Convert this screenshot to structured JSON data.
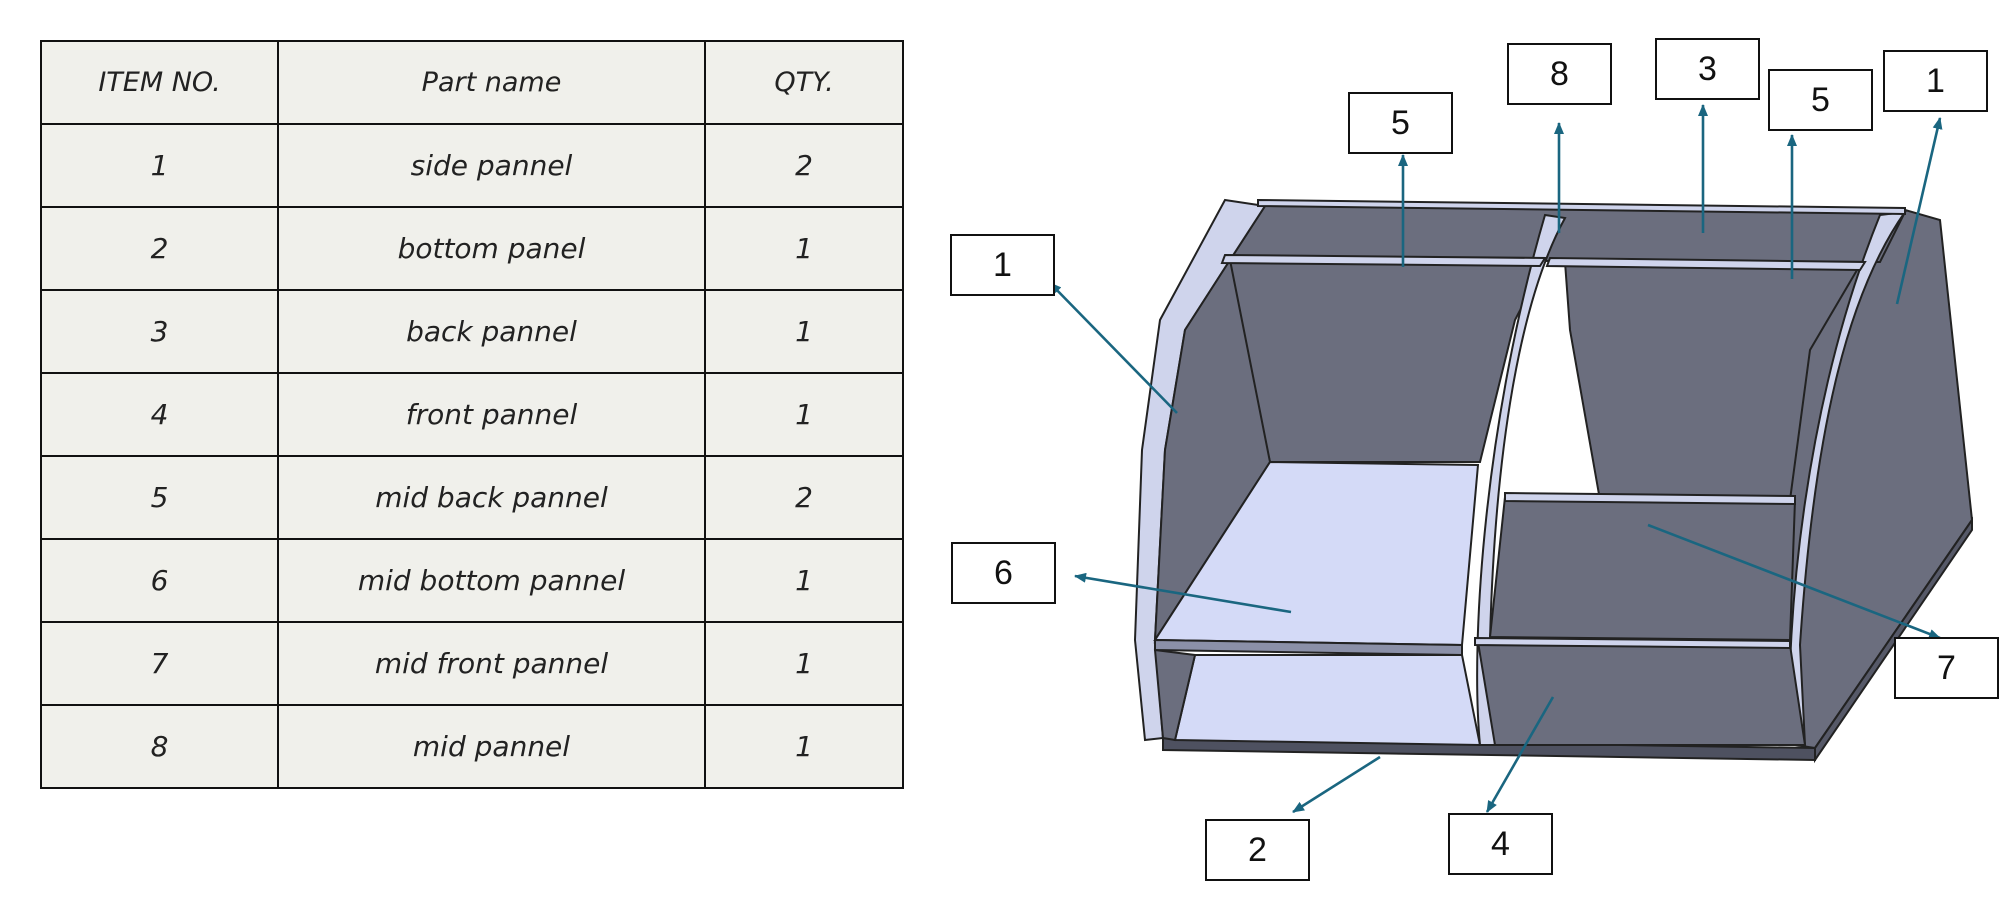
{
  "bom": {
    "headers": {
      "item_no": "ITEM NO.",
      "part_name": "Part name",
      "qty": "QTY."
    },
    "rows": [
      {
        "item": "1",
        "name": "side pannel",
        "qty": "2"
      },
      {
        "item": "2",
        "name": "bottom panel",
        "qty": "1"
      },
      {
        "item": "3",
        "name": "back pannel",
        "qty": "1"
      },
      {
        "item": "4",
        "name": "front pannel",
        "qty": "1"
      },
      {
        "item": "5",
        "name": "mid back pannel",
        "qty": "2"
      },
      {
        "item": "6",
        "name": "mid bottom pannel",
        "qty": "1"
      },
      {
        "item": "7",
        "name": "mid front pannel",
        "qty": "1"
      },
      {
        "item": "8",
        "name": "mid pannel",
        "qty": "1"
      }
    ]
  },
  "callouts": [
    "1",
    "5",
    "8",
    "3",
    "5",
    "1",
    "6",
    "7",
    "2",
    "4"
  ],
  "colors": {
    "panel_dark": "#6b6e7e",
    "panel_light": "#d4daf7",
    "edge_highlight": "#c8cde8",
    "leader": "#1a6680",
    "table_bg": "#f0f0eb"
  }
}
